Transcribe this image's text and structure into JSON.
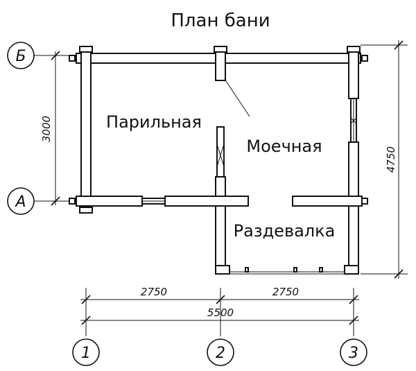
{
  "title": "План бани",
  "rooms": {
    "steam_room": "Парильная",
    "washing_room": "Моечная",
    "dressing_room": "Раздевалка"
  },
  "dimensions": {
    "left_vertical": "3000",
    "right_vertical": "4750",
    "bottom_left": "2750",
    "bottom_right": "2750",
    "bottom_total": "5500"
  },
  "axes": {
    "row_top": "Б",
    "row_bottom": "А",
    "col_1": "1",
    "col_2": "2",
    "col_3": "3"
  }
}
